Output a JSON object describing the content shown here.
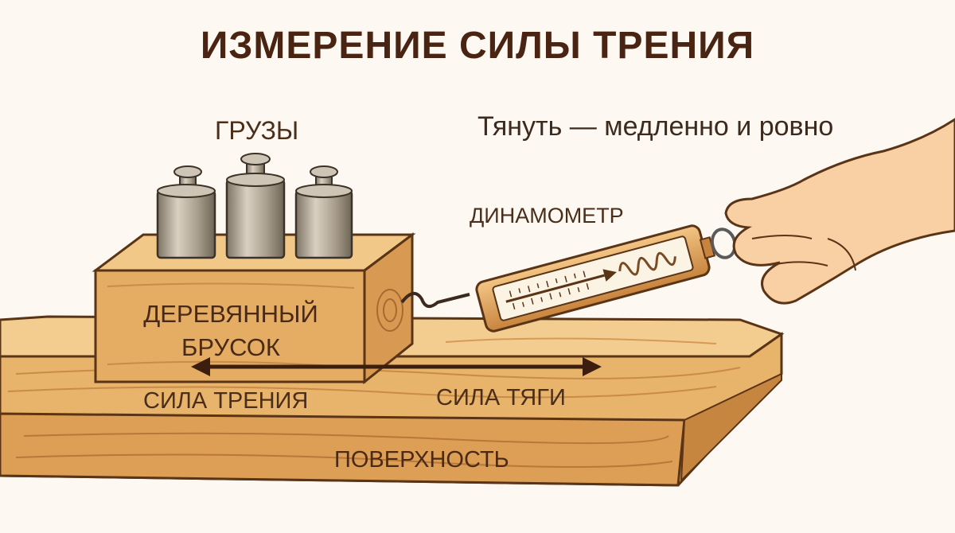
{
  "title": "ИЗМЕРЕНИЕ СИЛЫ ТРЕНИЯ",
  "labels": {
    "weights": "ГРУЗЫ",
    "pull_instruction": "Тянуть — медленно и ровно",
    "dynamometer": "ДИНАМОМЕТР",
    "block_line1": "ДЕРЕВЯННЫЙ",
    "block_line2": "БРУСОК",
    "friction_force": "СИЛА ТРЕНИЯ",
    "thrust_force": "СИЛА ТЯГИ",
    "surface": "ПОВЕРХНОСТЬ"
  },
  "colors": {
    "wood_light": "#f0c27f",
    "wood_mid": "#e0a55c",
    "wood_dark": "#b9773a",
    "outline": "#5a3416",
    "metal": "#a79c8c",
    "skin": "#f8d0a4"
  }
}
